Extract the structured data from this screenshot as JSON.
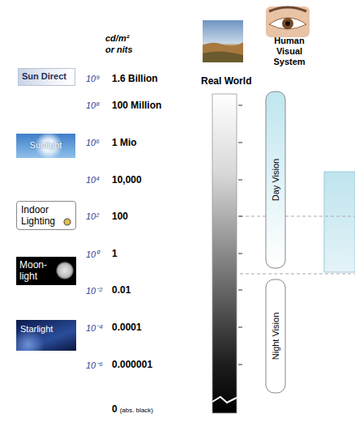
{
  "diagram": {
    "nodes": [
      {
        "text": [
          "Sun Direct"
        ]
      },
      {
        "text": [
          "Sunlight"
        ]
      },
      {
        "text": [
          "Indoor Lighting"
        ]
      },
      {
        "text": [
          "Moon- light"
        ]
      },
      {
        "text": [
          "Starlight"
        ]
      },
      {
        "text": [
          "Day Vision"
        ]
      },
      {
        "text": [
          "Night Vision"
        ]
      }
    ],
    "labels": [
      "cd/m²",
      "or nits",
      "Real World",
      "Human Visual System",
      "10⁹",
      "1.6 Billion",
      "10⁸",
      "100 Million",
      "10⁶",
      "1 Mio",
      "10⁴",
      "10,000",
      "10²",
      "100",
      "10⁰",
      "1",
      "10⁻²",
      "0.01",
      "10⁻⁴",
      "0.0001",
      "10⁻⁶",
      "0.000001",
      "0",
      "(abs. black)"
    ]
  }
}
